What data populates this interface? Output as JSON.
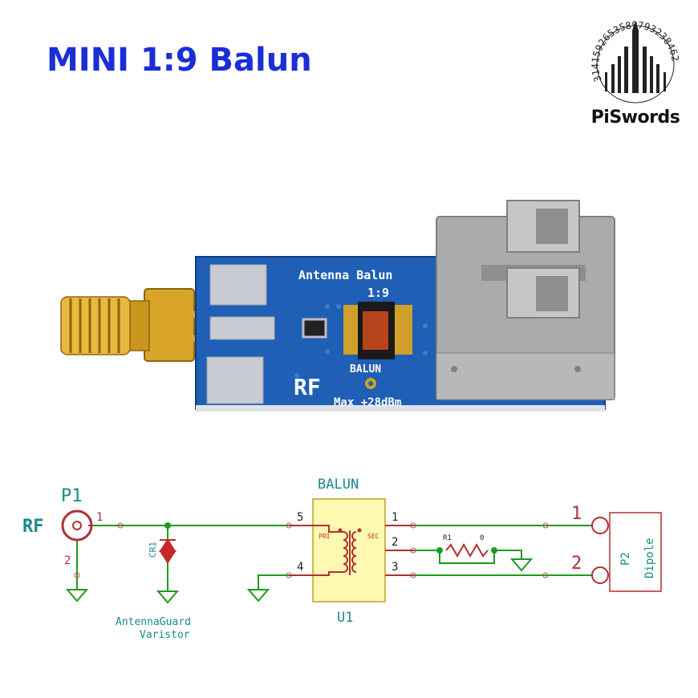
{
  "title": "MINI 1:9 Balun",
  "logo": {
    "brand": "PiSwords",
    "digits": "3141592653589793238462",
    "icon": "sword-city-logo-icon"
  },
  "board": {
    "label_line1": "Antenna Balun",
    "label_ratio": "1:9",
    "label_balun": "BALUN",
    "label_rf": "RF",
    "label_max": "Max +28dBm"
  },
  "schematic": {
    "rf_label": "RF",
    "p1_ref": "P1",
    "p1_pin1": "1",
    "p1_pin2": "2",
    "cr1_ref": "CR1",
    "cr1_note_line1": "AntennaGuard",
    "cr1_note_line2": "Varistor",
    "balun_title": "BALUN",
    "u1_ref": "U1",
    "pri": "PRI",
    "sec": "SEC",
    "pin5": "5",
    "pin4": "4",
    "pin1": "1",
    "pin2": "2",
    "pin3": "3",
    "r1_ref": "R1",
    "r1_value": "0",
    "p2_ref": "P2",
    "p2_name": "Dipole",
    "p2_pin1": "1",
    "p2_pin2": "2"
  },
  "colors": {
    "title": "#1a2fd6",
    "pcb": "#1f5fb5",
    "wire": "#1e9a1e",
    "schem_text": "#1a8a8a",
    "diode": "#c62828",
    "component_fill": "#fff8b0",
    "connector": "#9e9e9e",
    "gold": "#d4a21a"
  }
}
